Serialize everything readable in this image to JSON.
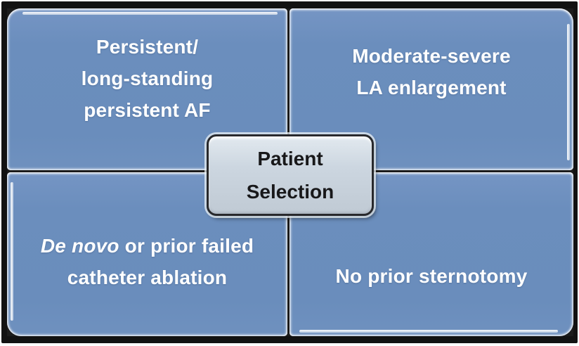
{
  "figure": {
    "type": "quadrant-selection-diagram",
    "center": {
      "line1": "Patient",
      "line2": "Selection"
    },
    "quadrants": {
      "top_left": {
        "line1": "Persistent/",
        "line2": "long-standing",
        "line3": "persistent AF"
      },
      "top_right": {
        "line1": "Moderate-severe",
        "line2": "LA enlargement"
      },
      "bottom_left": {
        "line1_italic": "De novo",
        "line1_rest": " or prior failed",
        "line2": "catheter ablation"
      },
      "bottom_right": {
        "line1": "No prior sternotomy"
      }
    },
    "colors": {
      "panel_blue": "#6b8ebd",
      "frame_black": "#121212",
      "divider_black": "#1c1c1c",
      "highlight_white": "#ffffff",
      "center_fill_top": "#e2e9ef",
      "center_fill_bottom": "#c0cad4",
      "center_border": "#28292c",
      "quadrant_text": "#ffffff",
      "center_text": "#18181a"
    }
  }
}
